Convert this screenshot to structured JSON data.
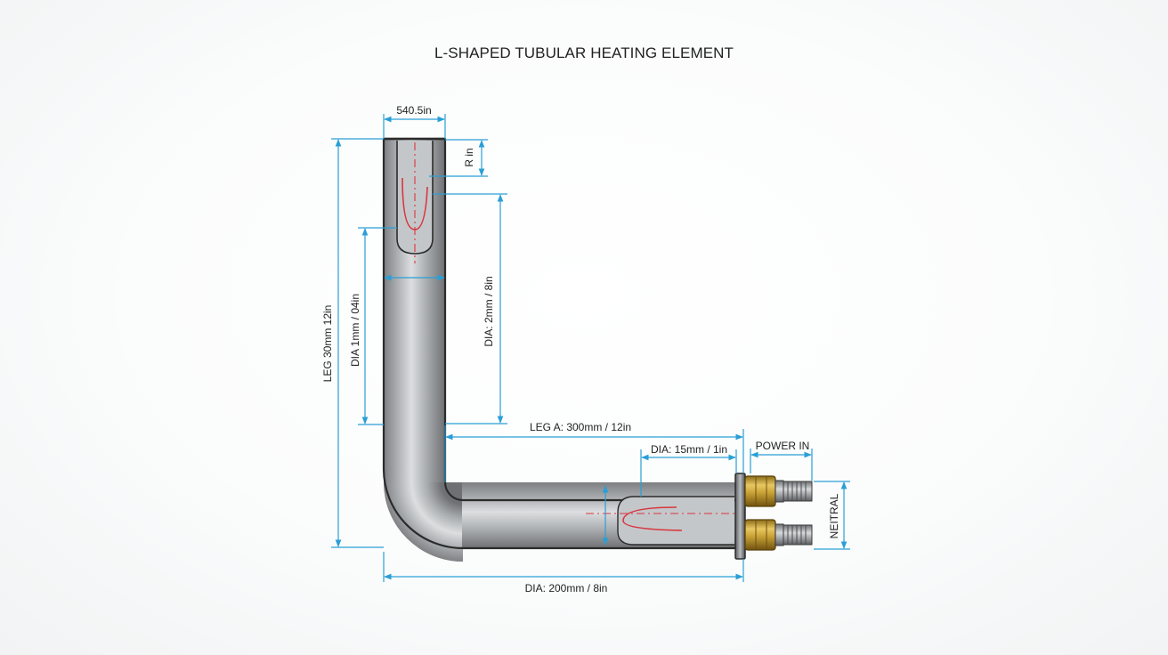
{
  "title": "L-SHAPED TUBULAR HEATING ELEMENT",
  "labels": {
    "top_width": "540.5in",
    "end_radius": "R in",
    "overall_leg": "LEG 30mm 12in",
    "inner_dia": "DIA 1mm / 04in",
    "vertical_dia": "DIA: 2mm / 8in",
    "leg_a": "LEG A: 300mm / 12in",
    "terminal_dia": "DIA: 15mm / 1in",
    "power_in": "POWER IN",
    "neutral": "NEITRAL",
    "bottom_dia": "DIA: 200mm / 8in"
  },
  "colors": {
    "dimension_line": "#2a9fd6",
    "centerline": "#d9363e",
    "tube_dark": "#7d7f82",
    "tube_light": "#dcdee0",
    "outline": "#2b2b2b",
    "brass": "#c9a236",
    "brass_dark": "#7a5c12"
  },
  "icons": {
    "terminal": "threaded-terminal-icon"
  }
}
